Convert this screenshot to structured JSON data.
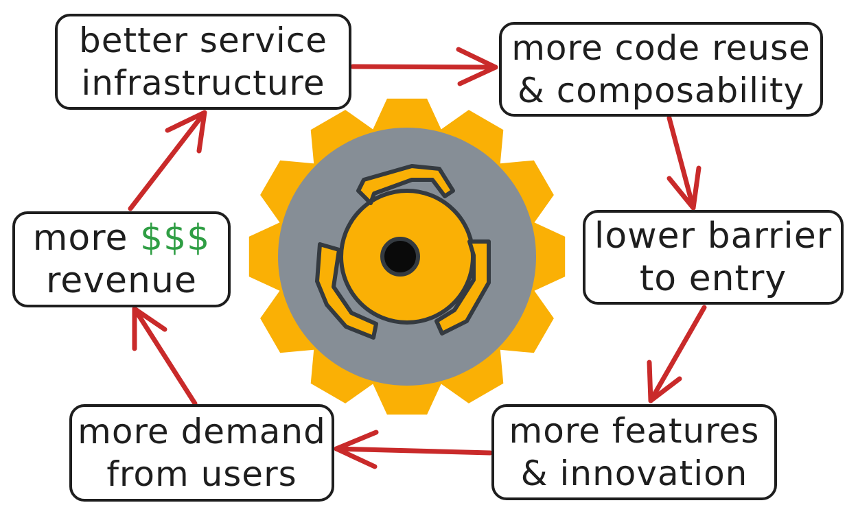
{
  "diagram": {
    "nodes": [
      {
        "id": "infra",
        "lines": [
          "better service",
          "infrastructure"
        ]
      },
      {
        "id": "reuse",
        "lines": [
          "more code reuse",
          "& composability"
        ]
      },
      {
        "id": "barrier",
        "lines": [
          "lower barrier",
          "to entry"
        ]
      },
      {
        "id": "features",
        "lines": [
          "more features",
          "& innovation"
        ]
      },
      {
        "id": "demand",
        "lines": [
          "more demand",
          "from users"
        ]
      },
      {
        "id": "revenue",
        "line1_prefix": "more ",
        "line1_money": "$$$",
        "line2": "revenue"
      }
    ],
    "edges": [
      {
        "from": "infra",
        "to": "reuse"
      },
      {
        "from": "reuse",
        "to": "barrier"
      },
      {
        "from": "barrier",
        "to": "features"
      },
      {
        "from": "features",
        "to": "demand"
      },
      {
        "from": "demand",
        "to": "revenue"
      },
      {
        "from": "revenue",
        "to": "infra"
      }
    ],
    "colors": {
      "arrow": "#c92a2a",
      "stroke": "#1e1e1e",
      "gear_teeth": "#fab005",
      "gear_disc": "#868e96",
      "money_text": "#2f9e44"
    },
    "center_icon": "gear-icon"
  }
}
